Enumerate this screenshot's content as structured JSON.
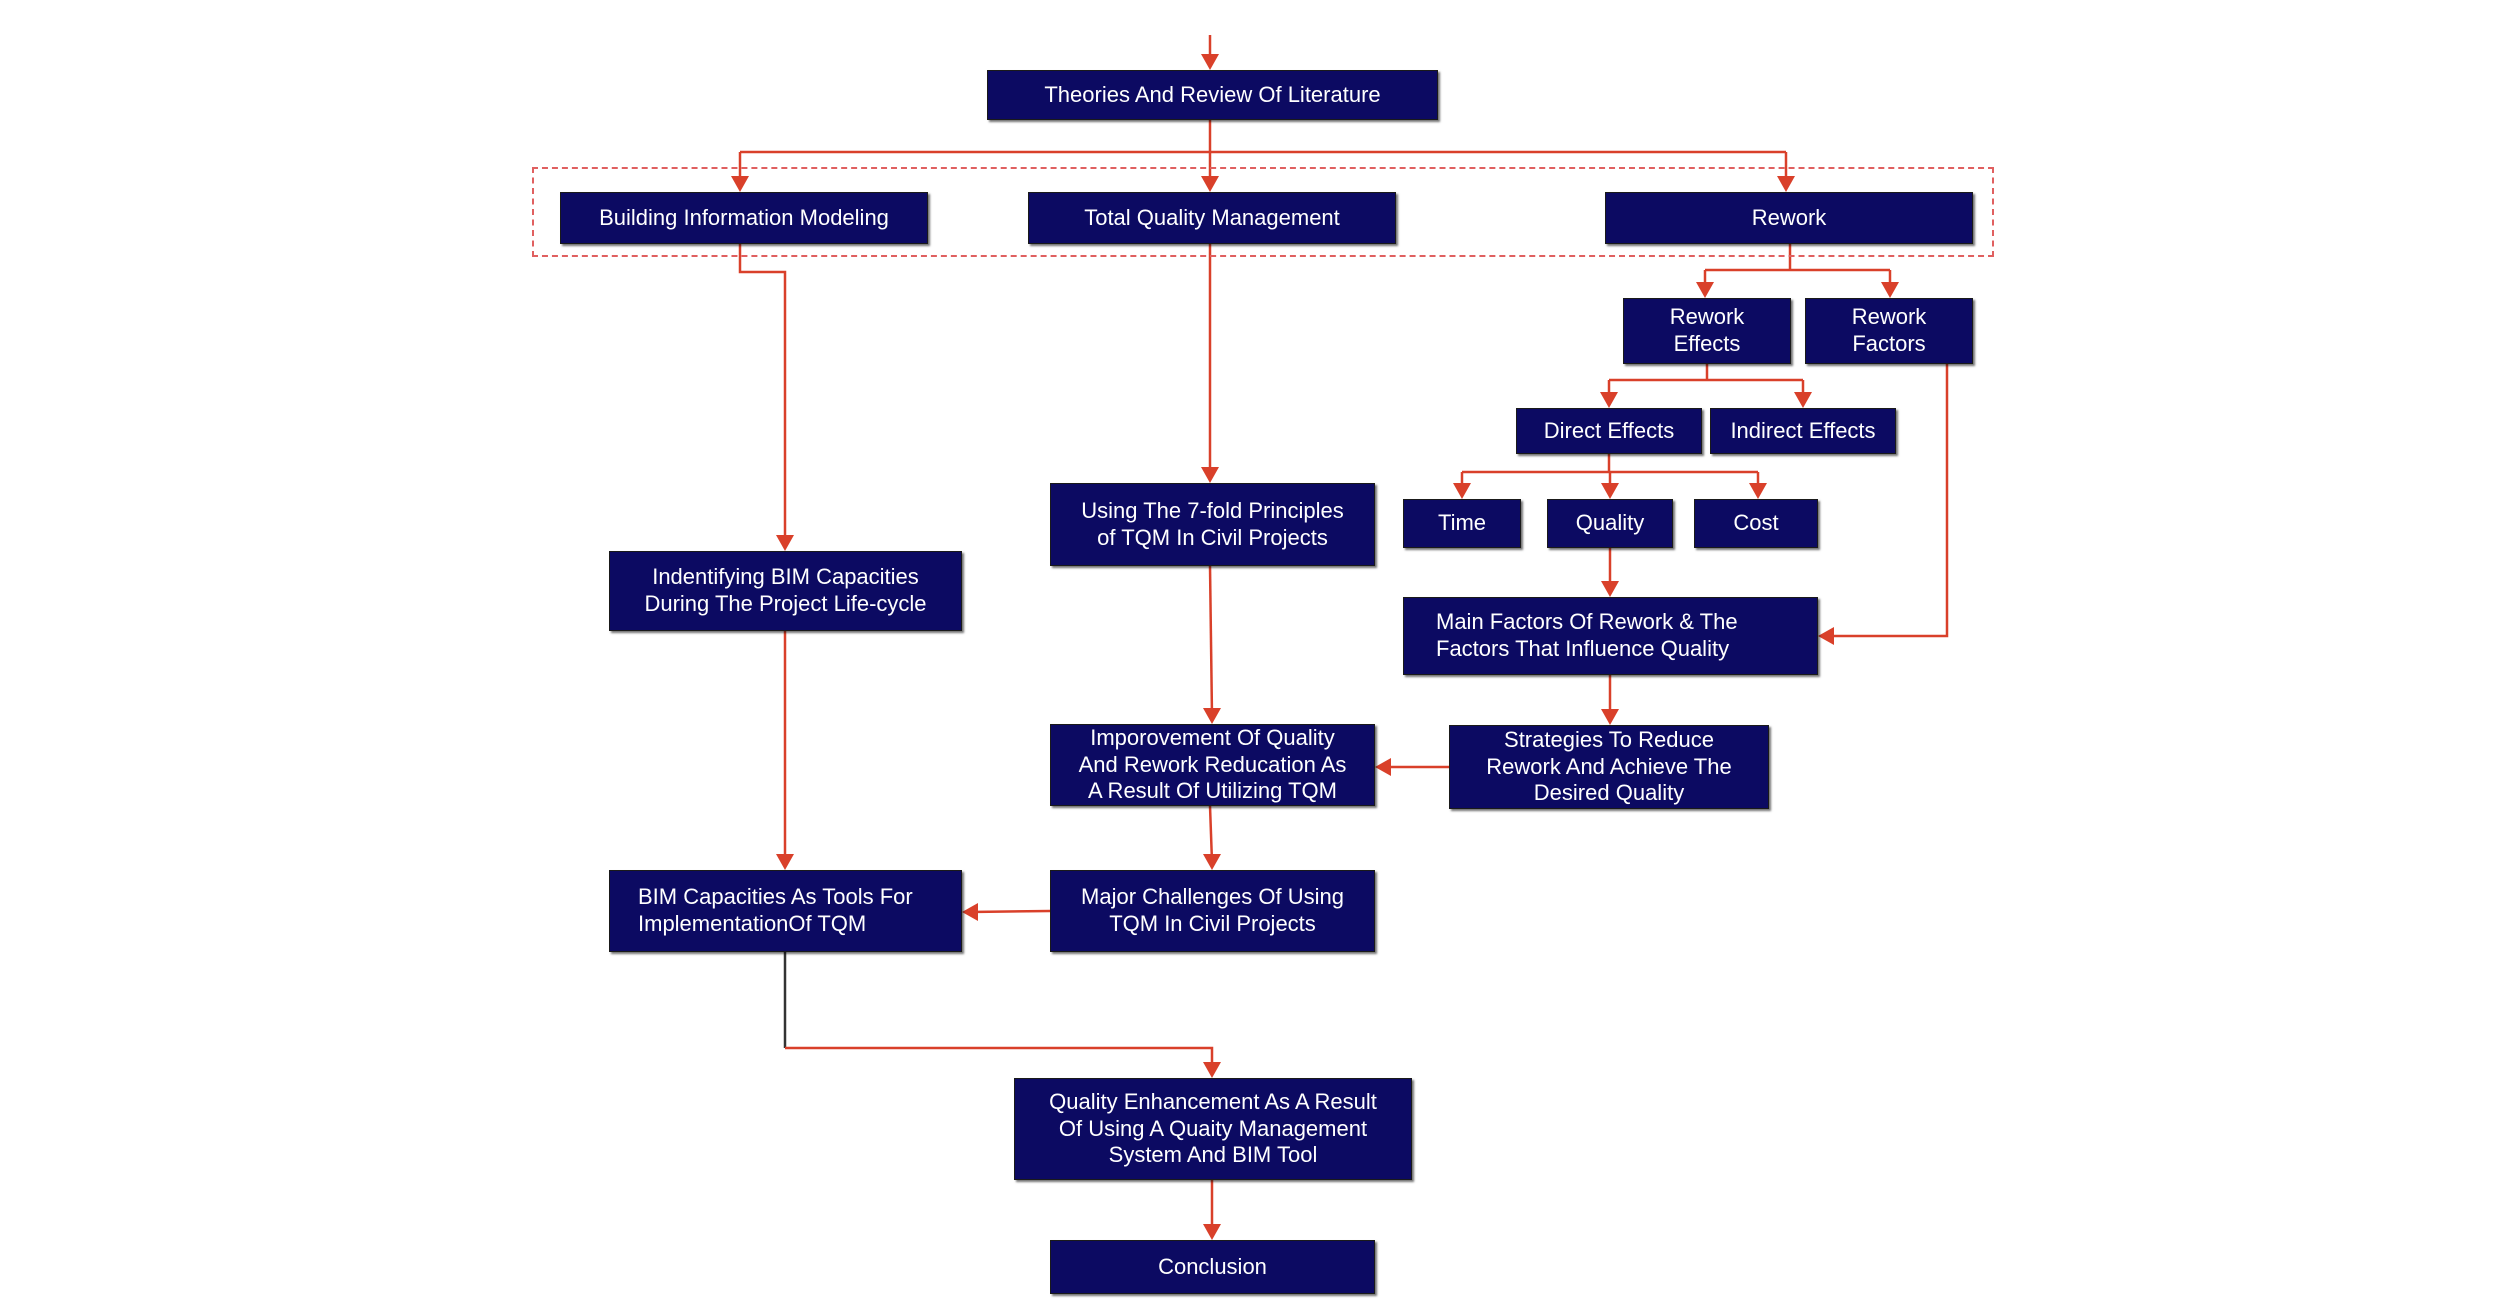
{
  "diagram": {
    "colors": {
      "node_fill": "#0c0a62",
      "node_text": "#ffffff",
      "connector": "#d9402a",
      "group_border": "#e06060",
      "bim_to_quality_line": "#333333"
    },
    "nodes": {
      "theories": "Theories And Review Of Literature",
      "bim": "Building Information Modeling",
      "tqm": "Total Quality Management",
      "rework": "Rework",
      "rework_effects": "Rework\nEffects",
      "rework_factors": "Rework\nFactors",
      "direct_effects": "Direct Effects",
      "indirect_effects": "Indirect Effects",
      "time": "Time",
      "quality": "Quality",
      "cost": "Cost",
      "main_factors": "Main Factors Of Rework & The\nFactors That Influence Quality",
      "seven_fold": "Using The 7-fold Principles\nof TQM In Civil Projects",
      "identifying_bim": "Indentifying BIM Capacities\nDuring The Project Life-cycle",
      "improvement": "Imporovement Of Quality\nAnd Rework Reducation As\nA Result Of Utilizing TQM",
      "strategies": "Strategies To Reduce\nRework And Achieve The\nDesired Quality",
      "major_challenges": "Major Challenges Of Using\nTQM In Civil Projects",
      "bim_tools": "BIM Capacities As Tools For\nImplementationOf TQM",
      "quality_enhancement": "Quality Enhancement As A Result\nOf Using A Quaity Management\nSystem And BIM Tool",
      "conclusion": "Conclusion"
    }
  }
}
